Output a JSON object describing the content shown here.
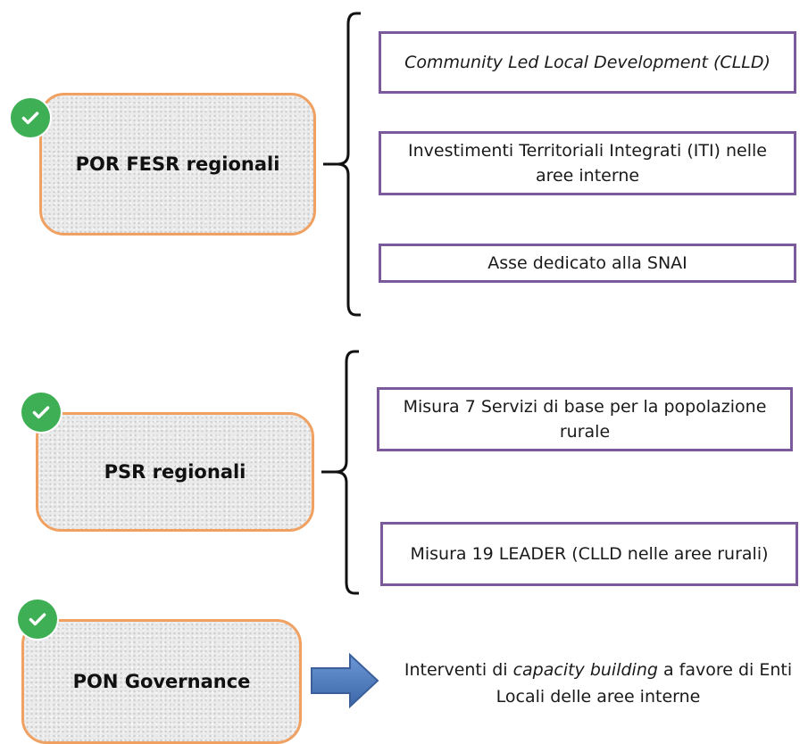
{
  "programs": [
    {
      "label": "POR FESR regionali",
      "icon": "check-circle-icon",
      "items": [
        {
          "text": "Community Led Local Development (CLLD)",
          "italic": true
        },
        {
          "text": "Investimenti Territoriali  Integrati (ITI) nelle aree interne",
          "italic": false
        },
        {
          "text": "Asse dedicato alla SNAI",
          "italic": false
        }
      ]
    },
    {
      "label": "PSR regionali",
      "icon": "check-circle-icon",
      "items": [
        {
          "text": "Misura 7 Servizi di base per la popolazione rurale",
          "italic": false
        },
        {
          "text": "Misura 19 LEADER (CLLD nelle aree rurali)",
          "italic": false
        }
      ]
    },
    {
      "label": "PON Governance",
      "icon": "check-circle-icon",
      "result": {
        "before": "Interventi di ",
        "emphasis": "capacity building",
        "after": " a favore di Enti Locali delle aree interne"
      }
    }
  ],
  "colors": {
    "box_border": "#f0a060",
    "item_border": "#7a5a9a",
    "check": "#3faf55",
    "arrow": "#4a7bc0"
  }
}
